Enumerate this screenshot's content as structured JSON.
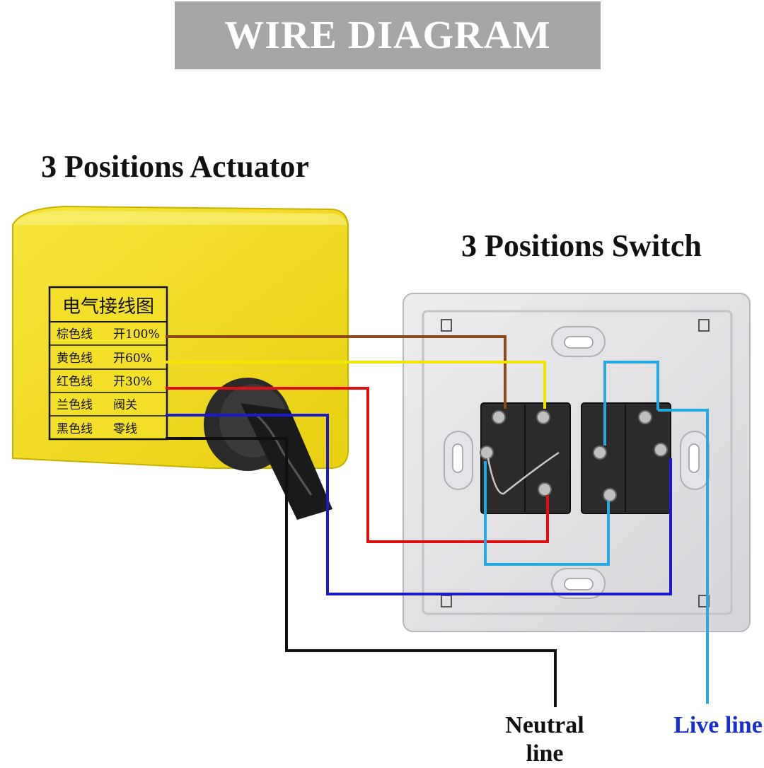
{
  "banner": {
    "title": "WIRE DIAGRAM"
  },
  "actuator": {
    "title": "3 Positions Actuator",
    "label_table": {
      "header": "电气接线图",
      "rows": [
        {
          "wire": "棕色线",
          "function": "开100%"
        },
        {
          "wire": "黄色线",
          "function": "开60%"
        },
        {
          "wire": "红色线",
          "function": "开30%"
        },
        {
          "wire": "兰色线",
          "function": "阀关"
        },
        {
          "wire": "黑色线",
          "function": "零线"
        }
      ]
    }
  },
  "switch": {
    "title": "3 Positions Switch"
  },
  "terminals": {
    "neutral": "Neutral line",
    "live": "Live line"
  },
  "colors": {
    "actuator_body": "#f2dd1c",
    "brown_wire": "#8a4a1a",
    "yellow_wire": "#f2e600",
    "red_wire": "#e01010",
    "blue_wire": "#1a1acc",
    "black_wire": "#111111",
    "cyan_wire": "#28a8e0",
    "live_text": "#1a2fd0",
    "banner_bg": "#a6a6a6"
  }
}
